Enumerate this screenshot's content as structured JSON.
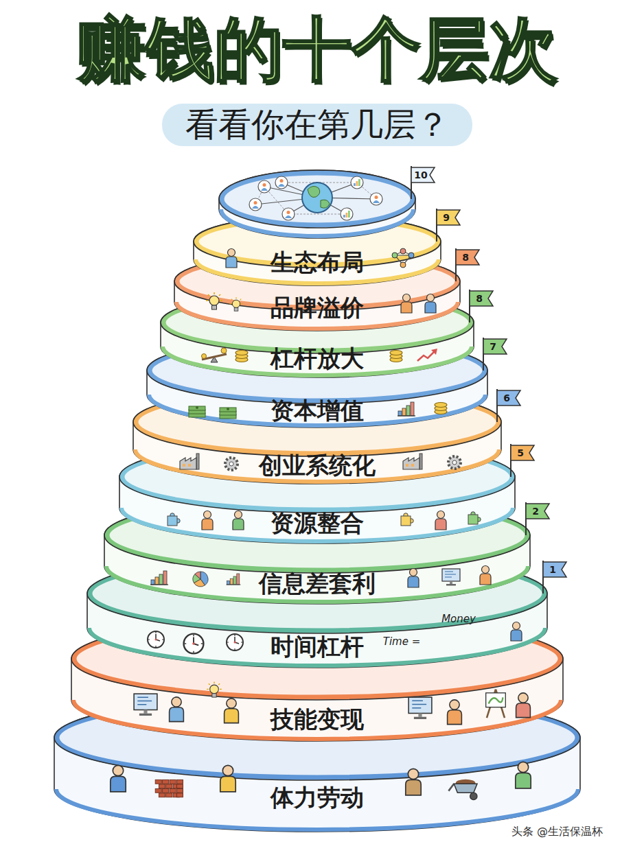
{
  "diagram": {
    "title": "赚钱的十个层次",
    "nodes": [
      {
        "text": [
          "生态布局"
        ]
      },
      {
        "text": [
          "品牌溢价"
        ]
      },
      {
        "text": [
          "杠杆放大"
        ]
      },
      {
        "text": [
          "资本增值"
        ]
      },
      {
        "text": [
          "创业系统化"
        ]
      },
      {
        "text": [
          "资源整合"
        ]
      },
      {
        "text": [
          "信息差套利"
        ]
      },
      {
        "text": [
          "时间杠杆"
        ]
      },
      {
        "text": [
          "技能变现"
        ]
      },
      {
        "text": [
          "体力劳动"
        ]
      }
    ],
    "labels": [
      "看看你在第几层？",
      "10",
      "9",
      "8",
      "8",
      "7",
      "6",
      "5",
      "2",
      "1",
      "Time =",
      "Money",
      "头条 @生活保温杯"
    ]
  }
}
